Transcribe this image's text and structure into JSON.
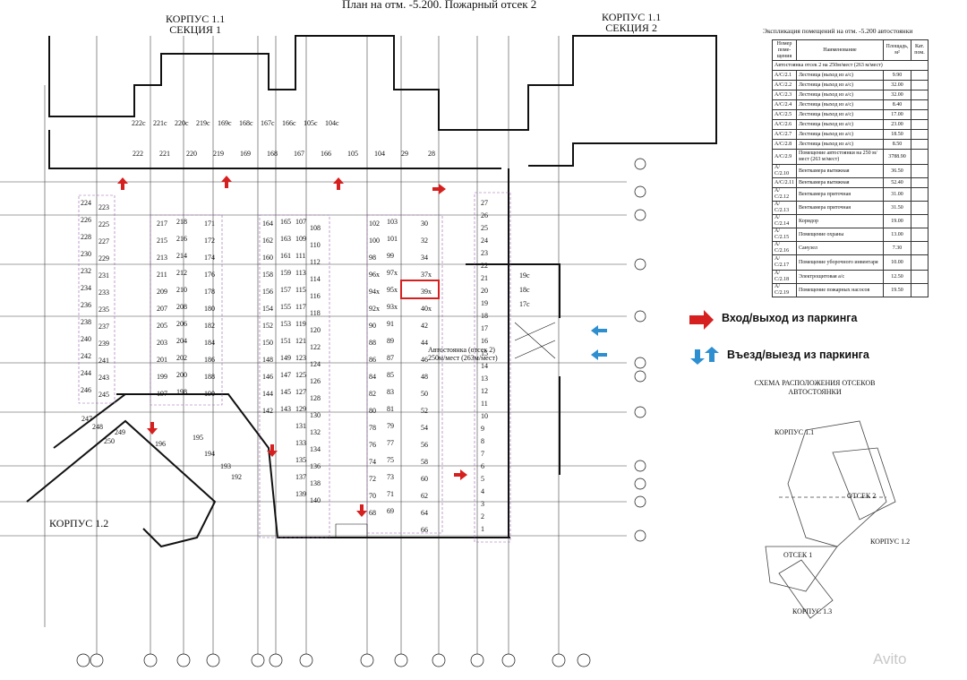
{
  "title": "План на отм. -5.200. Пожарный отсек 2",
  "buildings": [
    {
      "line1": "КОРПУС 1.1",
      "line2": "СЕКЦИЯ 1"
    },
    {
      "line1": "КОРПУС 1.1",
      "line2": "СЕКЦИЯ 2"
    },
    {
      "line1": "КОРПУС 1.2",
      "line2": ""
    }
  ],
  "explication": {
    "title": "Экспликация помещений на отм. -5.200 автостоянки",
    "headers": [
      "Номер поме-щения",
      "Наименование",
      "Площадь, м²",
      "Кат. пом."
    ],
    "section_row": "Автостоянка отсек 2 на 250м/мест (263 м/мест)",
    "rows": [
      {
        "num": "А/С/2.1",
        "name": "Лестница (выход из а/с)",
        "area": "9.90"
      },
      {
        "num": "А/С/2.2",
        "name": "Лестница (выход из а/с)",
        "area": "32.00"
      },
      {
        "num": "А/С/2.3",
        "name": "Лестница (выход из а/с)",
        "area": "32.00"
      },
      {
        "num": "А/С/2.4",
        "name": "Лестница (выход из а/с)",
        "area": "8.40"
      },
      {
        "num": "А/С/2.5",
        "name": "Лестница (выход из а/с)",
        "area": "17.00"
      },
      {
        "num": "А/С/2.6",
        "name": "Лестница (выход из а/с)",
        "area": "23.00"
      },
      {
        "num": "А/С/2.7",
        "name": "Лестница (выход из а/с)",
        "area": "18.50"
      },
      {
        "num": "А/С/2.8",
        "name": "Лестница (выход из а/с)",
        "area": "8.50"
      },
      {
        "num": "А/С/2.9",
        "name": "Помещение автостоянки на 250 м/мест (263 м/мест)",
        "area": "3788.90"
      },
      {
        "num": "А/С/2.10",
        "name": "Венткамера вытяжная",
        "area": "36.50"
      },
      {
        "num": "А/С/2.11",
        "name": "Венткамера вытяжная",
        "area": "52.40"
      },
      {
        "num": "А/С/2.12",
        "name": "Венткамера приточная",
        "area": "31.00"
      },
      {
        "num": "А/С/2.13",
        "name": "Венткамера приточная",
        "area": "31.50"
      },
      {
        "num": "А/С/2.14",
        "name": "Коридор",
        "area": "19.00"
      },
      {
        "num": "А/С/2.15",
        "name": "Помещение охраны",
        "area": "13.00"
      },
      {
        "num": "А/С/2.16",
        "name": "Санузел",
        "area": "7.30"
      },
      {
        "num": "А/С/2.17",
        "name": "Помещение уборочного инвентаря",
        "area": "10.00"
      },
      {
        "num": "А/С/2.18",
        "name": "Электрощитовая а/с",
        "area": "12.50"
      },
      {
        "num": "А/С/2.19",
        "name": "Помещение пожарных насосов",
        "area": "19.50"
      }
    ]
  },
  "legend": {
    "entry_exit_label": "Вход/выход из паркинга",
    "drive_label": "Въезд/выезд из паркинга",
    "red": "#d6201f",
    "blue": "#2e8fd0"
  },
  "scheme": {
    "title_line1": "СХЕМА РАСПОЛОЖЕНИЯ ОТСЕКОВ",
    "title_line2": "АВТОСТОЯНКИ",
    "labels": [
      "КОРПУС 1.1",
      "ОТСЕК 2",
      "ОТСЕК 1",
      "КОРПУС 1.2",
      "КОРПУС 1.3"
    ]
  },
  "parking_label": [
    "Автостоянка (отсек 2)",
    "250м/мест (263м/мест)"
  ],
  "highlight_space": "39х",
  "watermark": "Avito",
  "stalls": {
    "top_row": [
      "222с",
      "221с",
      "220с",
      "219с",
      "169с",
      "168с",
      "167с",
      "166с",
      "105с",
      "104с"
    ],
    "top_row2": [
      "222",
      "221",
      "220",
      "219",
      "169",
      "168",
      "167",
      "166",
      "105",
      "104",
      "29",
      "28"
    ],
    "col1": [
      "224",
      "226",
      "228",
      "230",
      "232",
      "234",
      "236",
      "238",
      "240",
      "242",
      "244",
      "246"
    ],
    "col1b": [
      "223",
      "225",
      "227",
      "229",
      "231",
      "233",
      "235",
      "237",
      "239",
      "241",
      "243",
      "245"
    ],
    "col2": [
      "217",
      "215",
      "213",
      "211",
      "209",
      "207",
      "205",
      "203",
      "201",
      "199",
      "197"
    ],
    "col3": [
      "218",
      "216",
      "214",
      "212",
      "210",
      "208",
      "206",
      "204",
      "202",
      "200",
      "198"
    ],
    "col4": [
      "171",
      "172",
      "174",
      "176",
      "178",
      "180",
      "182",
      "184",
      "186",
      "188",
      "190"
    ],
    "col5": [
      "164",
      "162",
      "160",
      "158",
      "156",
      "154",
      "152",
      "150",
      "148",
      "146",
      "144",
      "142"
    ],
    "col6": [
      "165",
      "163",
      "161",
      "159",
      "157",
      "155",
      "153",
      "151",
      "149",
      "147",
      "145",
      "143"
    ],
    "col7": [
      "107",
      "109",
      "111",
      "113",
      "115",
      "117",
      "119",
      "121",
      "123",
      "125",
      "127",
      "129",
      "131",
      "133",
      "135",
      "137",
      "139"
    ],
    "col8": [
      "108",
      "110",
      "112",
      "114",
      "116",
      "118",
      "120",
      "122",
      "124",
      "126",
      "128",
      "130",
      "132",
      "134",
      "136",
      "138",
      "140"
    ],
    "col9": [
      "102",
      "100",
      "98",
      "96х",
      "94х",
      "92х",
      "90",
      "88",
      "86",
      "84",
      "82",
      "80",
      "78",
      "76",
      "74",
      "72",
      "70",
      "68"
    ],
    "col10": [
      "103",
      "101",
      "99",
      "97х",
      "95х",
      "93х",
      "91",
      "89",
      "87",
      "85",
      "83",
      "81",
      "79",
      "77",
      "75",
      "73",
      "71",
      "69"
    ],
    "col11": [
      "30",
      "32",
      "34",
      "37х",
      "39х",
      "40х",
      "42",
      "44",
      "46",
      "48",
      "50",
      "52",
      "54",
      "56",
      "58",
      "60",
      "62",
      "64",
      "66"
    ],
    "col12": [
      "27",
      "26",
      "25",
      "24",
      "23",
      "22",
      "21",
      "20",
      "19",
      "18",
      "17",
      "16",
      "15",
      "14",
      "13",
      "12",
      "11",
      "10",
      "9",
      "8",
      "7",
      "6",
      "5",
      "4",
      "3",
      "2",
      "1"
    ],
    "diag": [
      "247",
      "248",
      "249",
      "250",
      "196",
      "195",
      "194",
      "193",
      "192"
    ],
    "col13": [
      "19с",
      "18с",
      "17с"
    ]
  }
}
